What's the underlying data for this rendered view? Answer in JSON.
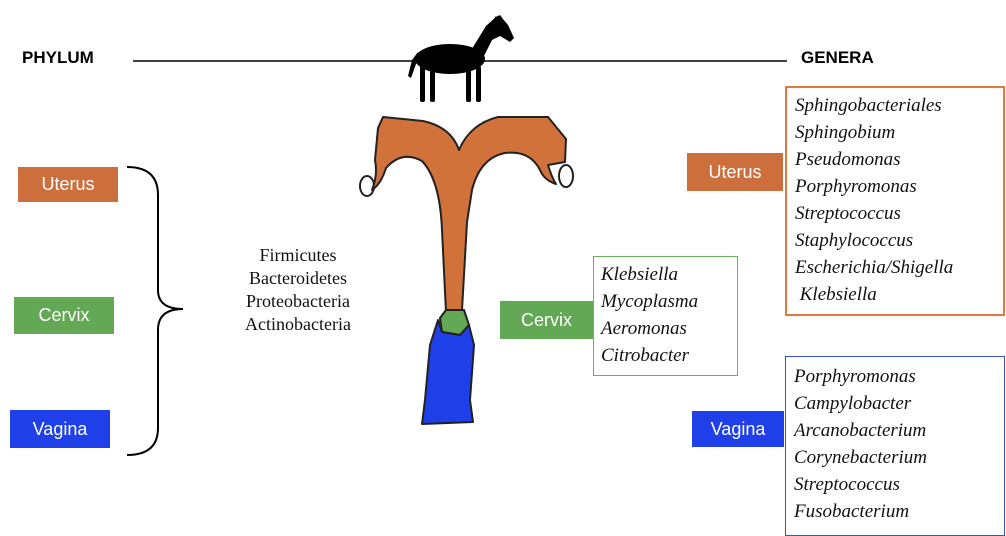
{
  "header": {
    "left_label": "PHYLUM",
    "right_label": "GENERA"
  },
  "sites": {
    "uterus": "Uterus",
    "cervix": "Cervix",
    "vagina": "Vagina"
  },
  "phyla": [
    "Firmicutes",
    "Bacteroidetes",
    "Proteobacteria",
    "Actinobacteria"
  ],
  "genera": {
    "uterus": [
      "Sphingobacteriales",
      "Sphingobium",
      "Pseudomonas",
      "Porphyromonas",
      "Streptococcus",
      "Staphylococcus",
      "Escherichia/Shigella",
      " Klebsiella"
    ],
    "cervix": [
      "Klebsiella",
      "Mycoplasma",
      "Aeromonas",
      "Citrobacter"
    ],
    "vagina": [
      "Porphyromonas",
      "Campylobacter",
      "Arcanobacterium",
      "Corynebacterium",
      "Streptococcus",
      "Fusobacterium"
    ]
  },
  "colors": {
    "uterus": "#cc6f3c",
    "cervix": "#63a855",
    "vagina": "#1f3fe8",
    "uterus_border": "#e2793e",
    "cervix_border": "#6bb35f",
    "vagina_border": "#3b52cf"
  },
  "icons": {
    "animal": "horse-silhouette-icon",
    "organ": "reproductive-tract-illustration"
  }
}
